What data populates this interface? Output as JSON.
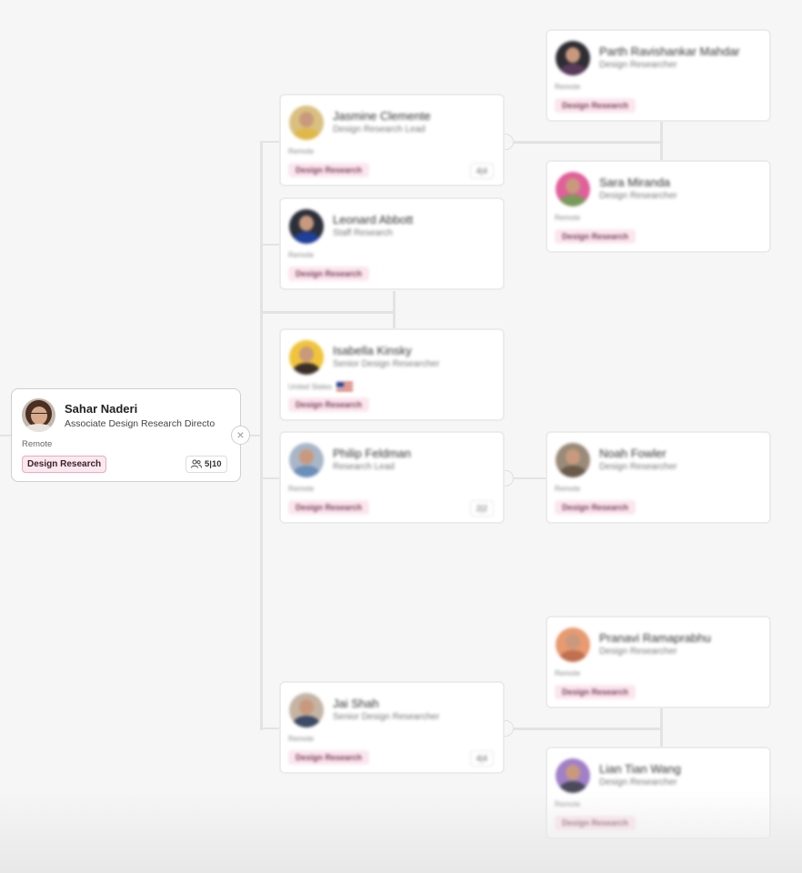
{
  "main_card": {
    "name": "Sahar Naderi",
    "role": "Associate Design Research Directo",
    "location": "Remote",
    "tag": "Design Research",
    "count": "5|10"
  },
  "cards": [
    {
      "id": "c1",
      "name": "Jasmine Clemente",
      "role": "Design Research Lead",
      "location": "Remote",
      "tag": "Design Research",
      "count": "4|4",
      "avatar_bg": "#d9c080",
      "shirt": "#e0b84a"
    },
    {
      "id": "c2",
      "name": "Leonard Abbott",
      "role": "Staff Research",
      "location": "Remote",
      "tag": "Design Research",
      "count": "",
      "avatar_bg": "#2b2f3a",
      "shirt": "#1f3f9a"
    },
    {
      "id": "c3",
      "name": "Isabella Kinsky",
      "role": "Senior Design Researcher",
      "location": "United States",
      "tag": "Design Research",
      "count": "",
      "avatar_bg": "#f0c43a",
      "shirt": "#3a2e2a"
    },
    {
      "id": "c4",
      "name": "Philip Feldman",
      "role": "Research Lead",
      "location": "Remote",
      "tag": "Design Research",
      "count": "2|2",
      "avatar_bg": "#a8b6c8",
      "shirt": "#6b8fb8"
    },
    {
      "id": "c5",
      "name": "Jai Shah",
      "role": "Senior Design Researcher",
      "location": "Remote",
      "tag": "Design Research",
      "count": "4|4",
      "avatar_bg": "#c4b4a4",
      "shirt": "#3c4a66"
    },
    {
      "id": "c6",
      "name": "Parth Ravishankar Mahdar",
      "role": "Design Researcher",
      "location": "Remote",
      "tag": "Design Research",
      "count": "",
      "avatar_bg": "#2d2d33",
      "shirt": "#5a3a5a"
    },
    {
      "id": "c7",
      "name": "Sara Miranda",
      "role": "Design Researcher",
      "location": "Remote",
      "tag": "Design Research",
      "count": "",
      "avatar_bg": "#e0609a",
      "shirt": "#7a9a5a"
    },
    {
      "id": "c8",
      "name": "Noah Fowler",
      "role": "Design Researcher",
      "location": "Remote",
      "tag": "Design Research",
      "count": "",
      "avatar_bg": "#9a8a78",
      "shirt": "#6a5a4a"
    },
    {
      "id": "c9",
      "name": "Pranavi Ramaprabhu",
      "role": "Design Researcher",
      "location": "Remote",
      "tag": "Design Research",
      "count": "",
      "avatar_bg": "#e89a70",
      "shirt": "#c07050"
    },
    {
      "id": "c10",
      "name": "Lian Tian Wang",
      "role": "Design Researcher",
      "location": "Remote",
      "tag": "Design Research",
      "count": "",
      "avatar_bg": "#a080c8",
      "shirt": "#4a4a5a"
    }
  ]
}
